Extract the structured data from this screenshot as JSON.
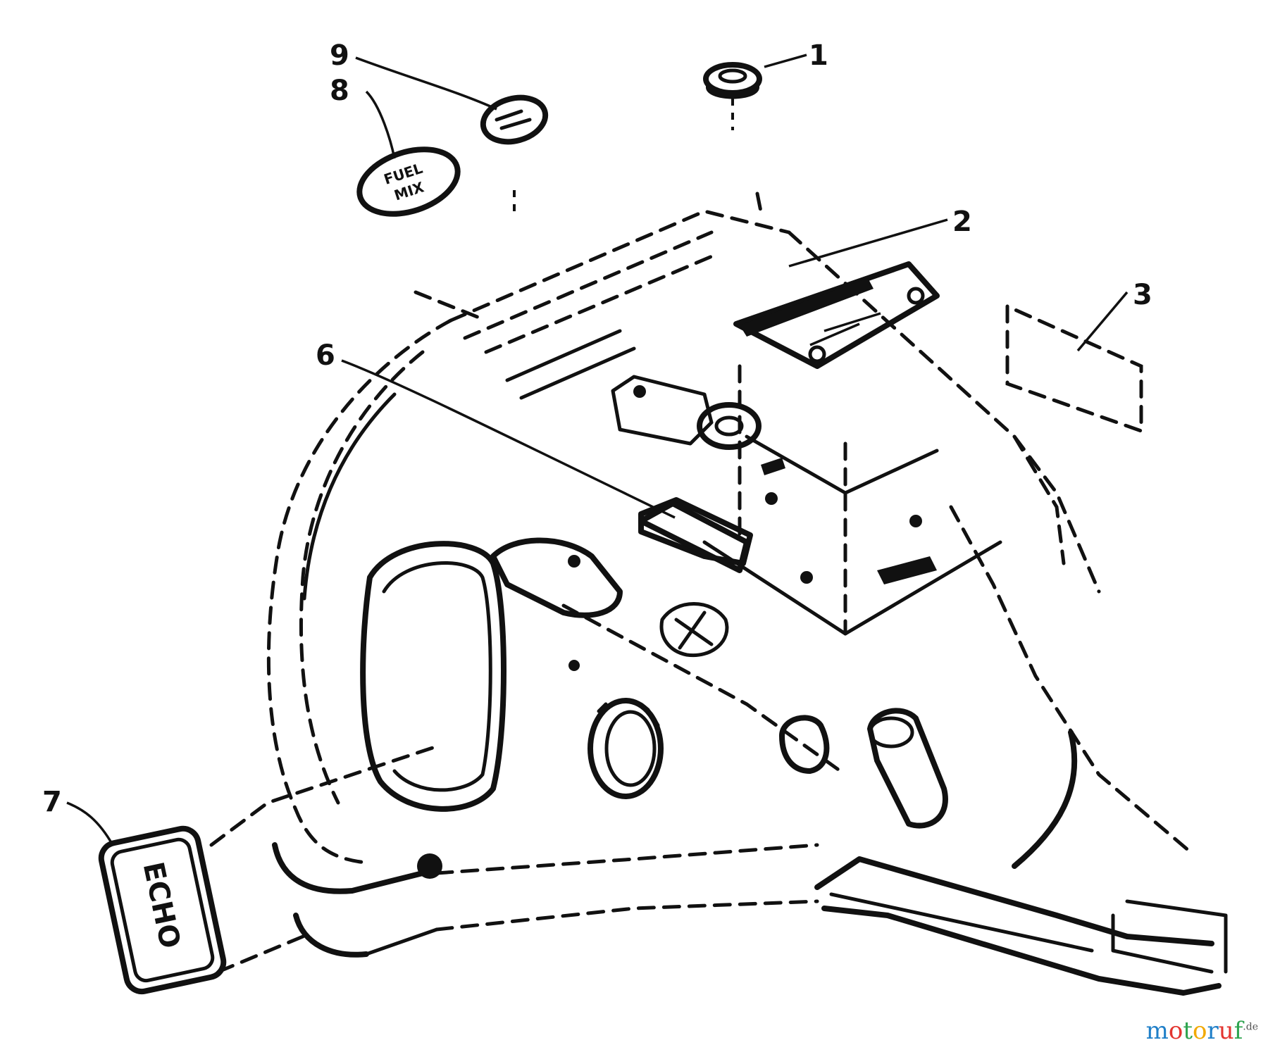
{
  "callouts": [
    "1",
    "2",
    "3",
    "6",
    "7",
    "8",
    "9"
  ],
  "decals": {
    "fuel": "FUEL",
    "mix": "MIX"
  },
  "badge": {
    "text": "ECHO"
  },
  "watermark": {
    "text": "motoruf.de",
    "colors": [
      "#1f7fc8",
      "#e3342f",
      "#2ea44f",
      "#f2a900"
    ]
  }
}
